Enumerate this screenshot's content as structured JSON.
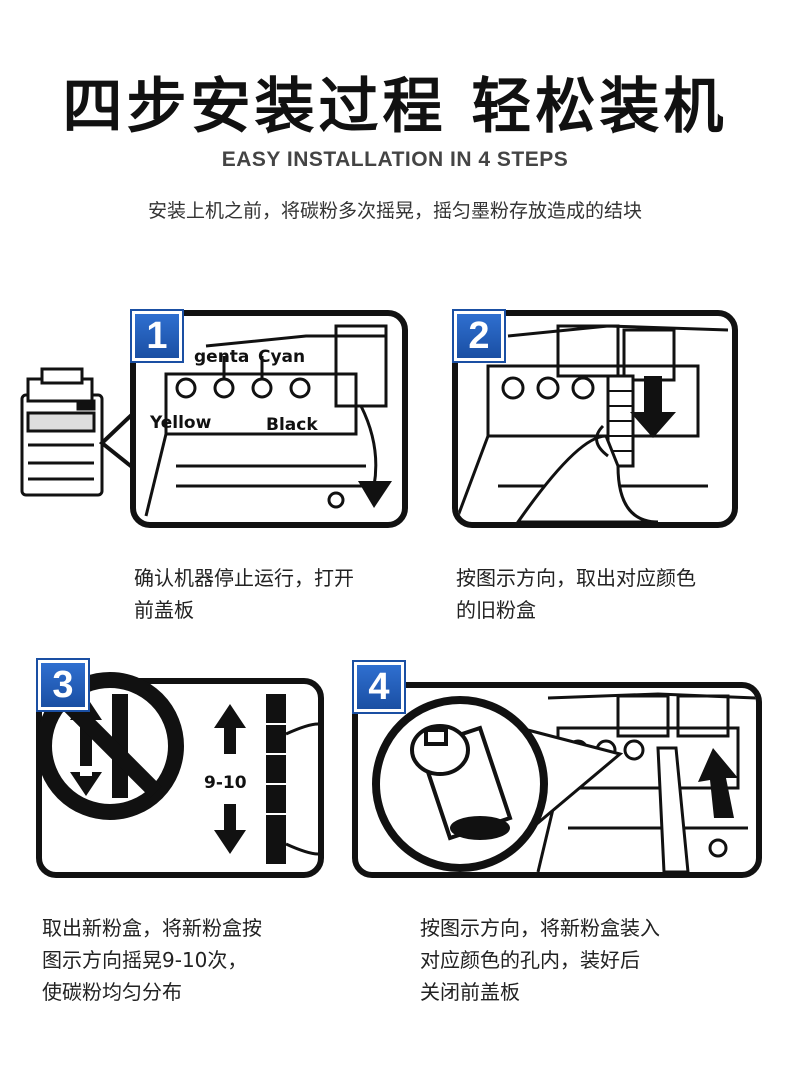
{
  "header": {
    "title": "四步安装过程 轻松装机",
    "subtitle": "EASY INSTALLATION IN 4 STEPS",
    "intro": "安装上机之前，将碳粉多次摇晃，摇匀墨粉存放造成的结块"
  },
  "steps": [
    {
      "number": "1",
      "caption": [
        "确认机器停止运行，打开",
        "前盖板"
      ],
      "labels": {
        "magenta": "genta",
        "cyan": "Cyan",
        "yellow": "Yellow",
        "black": "Black"
      }
    },
    {
      "number": "2",
      "caption": [
        "按图示方向，取出对应颜色",
        "的旧粉盒"
      ]
    },
    {
      "number": "3",
      "caption": [
        "取出新粉盒，将新粉盒按",
        "图示方向摇晃9-10次，",
        "使碳粉均匀分布"
      ],
      "shake_count": "9-10"
    },
    {
      "number": "4",
      "caption": [
        "按图示方向，将新粉盒装入",
        "对应颜色的孔内，装好后",
        "关闭前盖板"
      ]
    }
  ],
  "colors": {
    "badge": "#1a4fa3",
    "line": "#111111"
  }
}
